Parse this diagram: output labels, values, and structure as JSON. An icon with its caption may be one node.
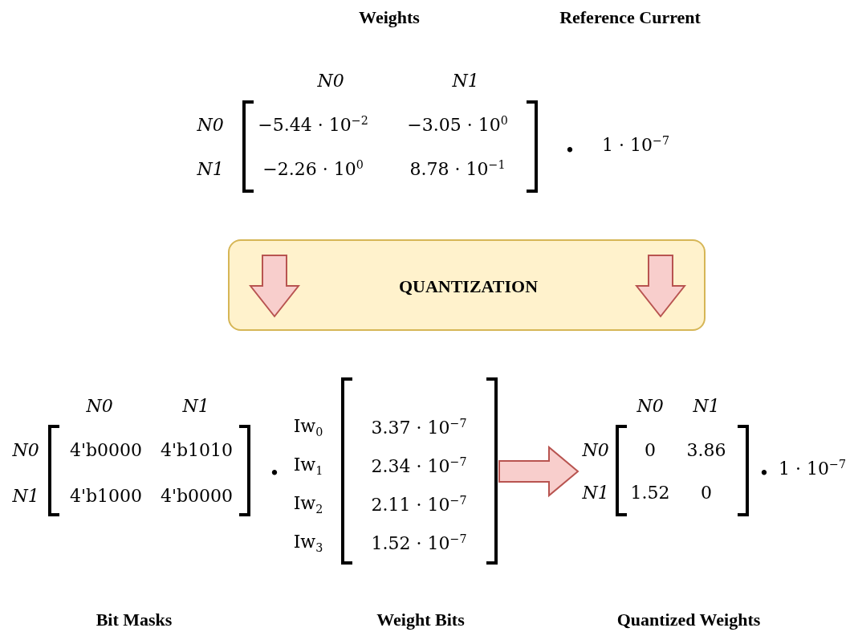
{
  "diagram": {
    "nodes": [
      {
        "text": [
          "−5.44 · 10$^{−2}$",
          "−3.05 · 10$^{0}$",
          "−2.26 · 10$^{0}$",
          "8.78 · 10$^{−1}$"
        ]
      },
      {
        "text": [
          "QUANTIZATION"
        ]
      },
      {
        "text": [
          "4'b0000",
          "4'b1010",
          "4'b1000",
          "4'b0000"
        ]
      },
      {
        "text": [
          "3.37 · 10$^{−7}$",
          "2.34 · 10$^{−7}$",
          "2.11 · 10$^{−7}$",
          "1.52 · 10$^{−7}$"
        ]
      },
      {
        "text": [
          "0",
          "3.86",
          "1.52",
          "0"
        ]
      }
    ],
    "edges": [
      {
        "from": 3,
        "to": 4,
        "arrow": "to"
      }
    ],
    "labels": [
      "Weights",
      "Reference Current",
      "N0",
      "N1",
      "N0",
      "N1",
      "•",
      "1 · 10$^{−7}$",
      "N0",
      "N1",
      "N0",
      "N1",
      "•",
      "Iw$_{0}$",
      "Iw$_{1}$",
      "Iw$_{2}$",
      "Iw$_{3}$",
      "N0",
      "N1",
      "N0",
      "N1",
      "•",
      "1 · 10$^{−7}$",
      "Bit Masks",
      "Weight Bits",
      "Quantized Weights"
    ]
  }
}
